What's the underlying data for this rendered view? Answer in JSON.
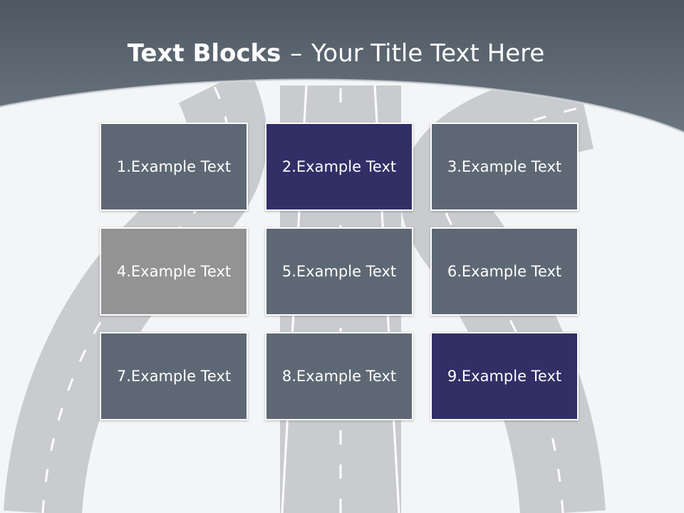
{
  "title": {
    "bold": "Text Blocks",
    "separator": "–",
    "rest": "Your Title Text Here"
  },
  "blocks": [
    {
      "label": "1.Example Text",
      "style": "gray"
    },
    {
      "label": "2.Example Text",
      "style": "navy"
    },
    {
      "label": "3.Example Text",
      "style": "gray"
    },
    {
      "label": "4.Example Text",
      "style": "light"
    },
    {
      "label": "5.Example Text",
      "style": "gray"
    },
    {
      "label": "6.Example Text",
      "style": "gray"
    },
    {
      "label": "7.Example Text",
      "style": "gray"
    },
    {
      "label": "8.Example Text",
      "style": "gray"
    },
    {
      "label": "9.Example Text",
      "style": "navy"
    }
  ],
  "colors": {
    "header": "#5e6874",
    "gray_block": "#5e6874",
    "navy_block": "#312f66",
    "light_block": "#939393",
    "road": "#c9cbce"
  }
}
